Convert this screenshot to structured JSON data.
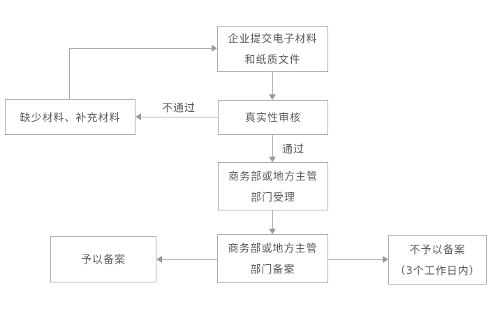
{
  "flowchart": {
    "title": "",
    "nodes": {
      "submit": {
        "line1": "企业提交电子材料",
        "line2": "和纸质文件"
      },
      "review": {
        "line1": "真实性审核"
      },
      "missing": {
        "line1": "缺少材料、补充材料"
      },
      "accept": {
        "line1": "商务部或地方主管",
        "line2": "部门受理"
      },
      "filing": {
        "line1": "商务部或地方主管",
        "line2": "部门备案"
      },
      "approved": {
        "line1": "予以备案"
      },
      "rejected": {
        "line1": "不予以备案",
        "line2": "（3个工作日内）"
      }
    },
    "edge_labels": {
      "fail": "不通过",
      "pass": "通过"
    },
    "colors": {
      "bg": "#ffffff",
      "border": "#a9a9a9",
      "line": "#a9a9a9",
      "arrow": "#999999",
      "text": "#595959"
    }
  }
}
